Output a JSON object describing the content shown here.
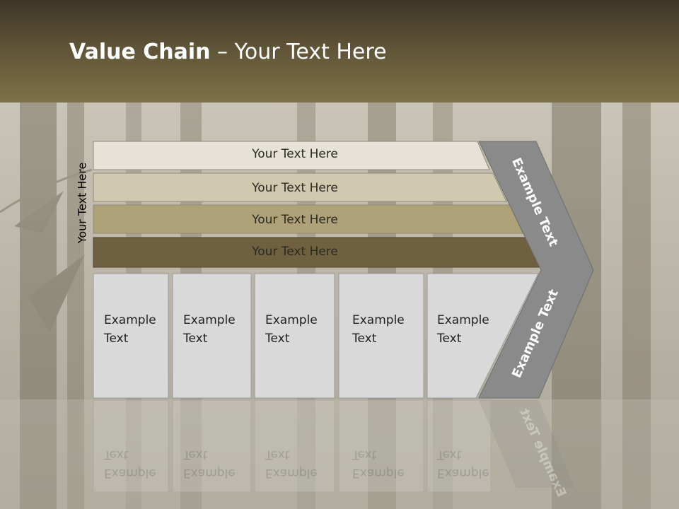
{
  "title": {
    "bold": "Value Chain",
    "rest": " – Your Text Here"
  },
  "side_label": "Your Text Here",
  "bars": [
    {
      "label": "Your Text Here",
      "color": "#e7e2d7"
    },
    {
      "label": "Your Text Here",
      "color": "#d1c8b0"
    },
    {
      "label": "Your Text Here",
      "color": "#b0a278"
    },
    {
      "label": "Your Text Here",
      "color": "#6f6040"
    }
  ],
  "columns": [
    {
      "line1": "Example",
      "line2": "Text"
    },
    {
      "line1": "Example",
      "line2": "Text"
    },
    {
      "line1": "Example",
      "line2": "Text"
    },
    {
      "line1": "Example",
      "line2": "Text"
    },
    {
      "line1": "Example",
      "line2": "Text"
    }
  ],
  "chevron": {
    "upper_label": "Example Text",
    "lower_label": "Example Text",
    "color": "#8a8a8a"
  },
  "colors": {
    "header": "#6b5f40",
    "column_fill": "#d9d9d9",
    "column_border": "#9a9a9a"
  }
}
